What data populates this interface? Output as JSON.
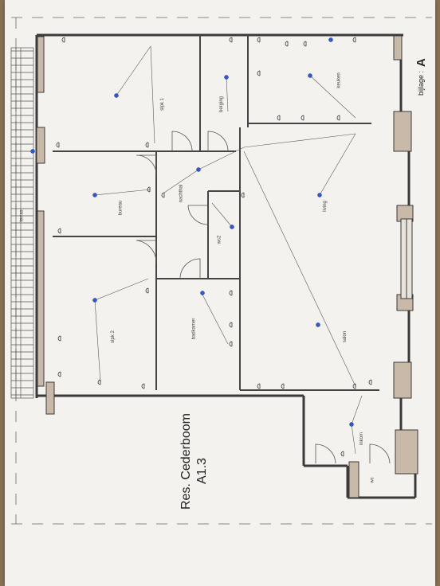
{
  "title": {
    "line1": "Res. Cederboom",
    "line2": "A1.3"
  },
  "annex": {
    "label": "bijlage :",
    "letter": "A"
  },
  "rooms": {
    "slk1": "slpk 1",
    "berging": "berging",
    "keuken": "keuken",
    "bureau": "bureau",
    "nachthal": "nachthal",
    "wc2": "wc2",
    "slk2": "slpk 2",
    "badkamer": "badkamer",
    "living": "living",
    "salon": "salon",
    "inkom": "inkom",
    "wc": "wc",
    "terras": "terras"
  },
  "colors": {
    "wall": "#3a3a3a",
    "hatch": "#b04a3a",
    "light_point": "#2f5bd0",
    "paper": "#f4f2ee"
  }
}
